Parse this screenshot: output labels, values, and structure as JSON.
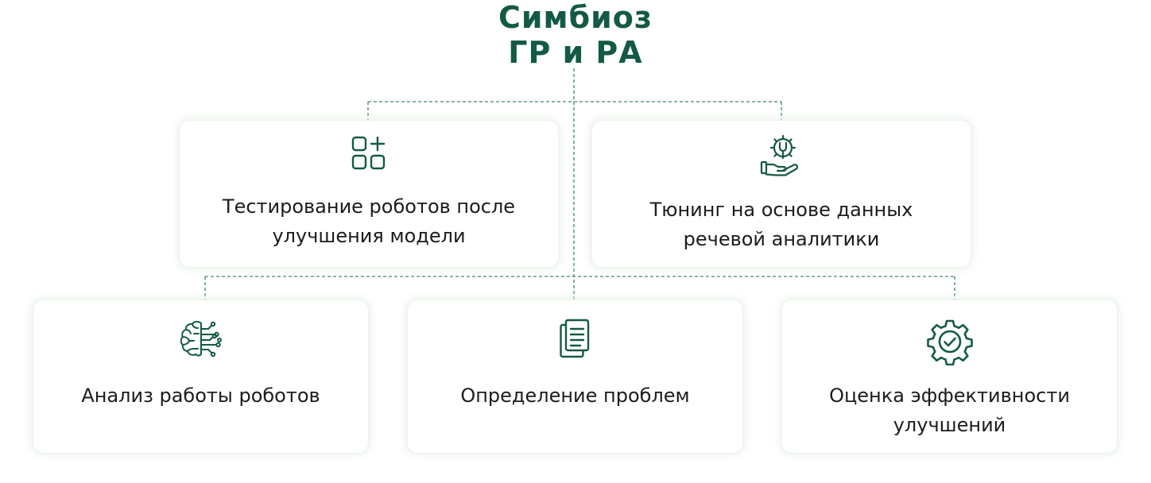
{
  "title": {
    "line1": "Симбиоз",
    "line2": "ГР и РА"
  },
  "colors": {
    "accent": "#135a46",
    "connector": "#5f9c86",
    "text": "#1c1c1c"
  },
  "cards": [
    {
      "icon": "apps-add-icon",
      "line1": "Тестирование роботов после",
      "line2": "улучшения модели"
    },
    {
      "icon": "gear-hand-icon",
      "line1": "Тюнинг на основе данных",
      "line2": "речевой аналитики"
    },
    {
      "icon": "brain-circuit-icon",
      "line1": "Анализ работы роботов",
      "line2": ""
    },
    {
      "icon": "documents-icon",
      "line1": "Определение проблем",
      "line2": ""
    },
    {
      "icon": "gear-check-icon",
      "line1": "Оценка эффективности",
      "line2": "улучшений"
    }
  ]
}
